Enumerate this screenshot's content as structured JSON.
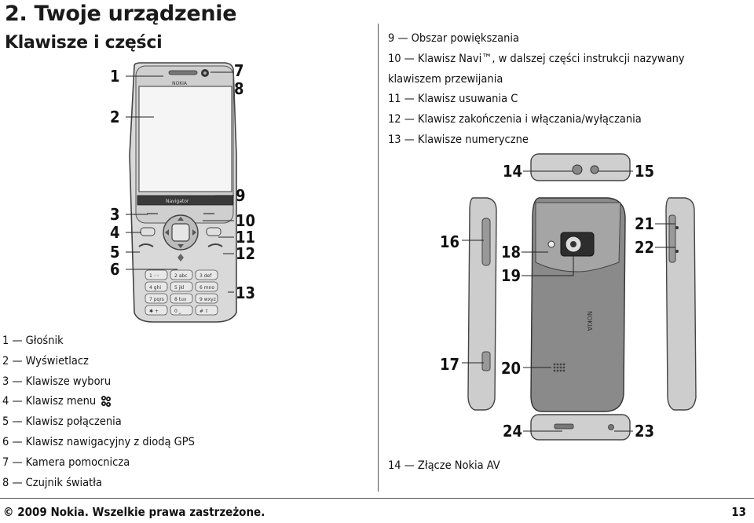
{
  "header": {
    "chapter_title": "2. Twoje urządzenie",
    "section_title": "Klawisze i części"
  },
  "parts_top_right": [
    "9 — Obszar powiększania",
    "10 — Klawisz Navi™, w dalszej części instrukcji nazywany",
    "klawiszem przewijania",
    "11 — Klawisz usuwania C",
    "12 — Klawisz zakończenia i włączania/wyłączania",
    "13 — Klawisze numeryczne"
  ],
  "parts_left": [
    "1 — Głośnik",
    "2 — Wyświetlacz",
    "3 — Klawisze wyboru",
    "4 — Klawisz menu",
    "5 — Klawisz połączenia",
    "6 — Klawisz nawigacyjny z diodą GPS",
    "7 — Kamera pomocnicza",
    "8 — Czujnik światła"
  ],
  "parts_bottom_right": [
    "14 — Złącze Nokia AV"
  ],
  "callouts_front": [
    "1",
    "2",
    "3",
    "4",
    "5",
    "6",
    "7",
    "8",
    "9",
    "10",
    "11",
    "12",
    "13"
  ],
  "callouts_views": [
    "14",
    "15",
    "16",
    "17",
    "18",
    "19",
    "20",
    "21",
    "22",
    "23",
    "24"
  ],
  "phone_brand": "NOKIA",
  "phone_navi_label": "Navigator",
  "keypad_labels": [
    "1 ◦◦",
    "2 abc",
    "3 def",
    "4 ghi",
    "5 jkl",
    "6 mno",
    "7 pqrs",
    "8 tuv",
    "9 wxyz",
    "✱ +",
    "0 ⎵",
    "# ⇧"
  ],
  "icons": {
    "menu_key": "menu-key-icon"
  },
  "footer": {
    "copyright": "© 2009 Nokia. Wszelkie prawa zastrzeżone.",
    "page_number": "13"
  }
}
